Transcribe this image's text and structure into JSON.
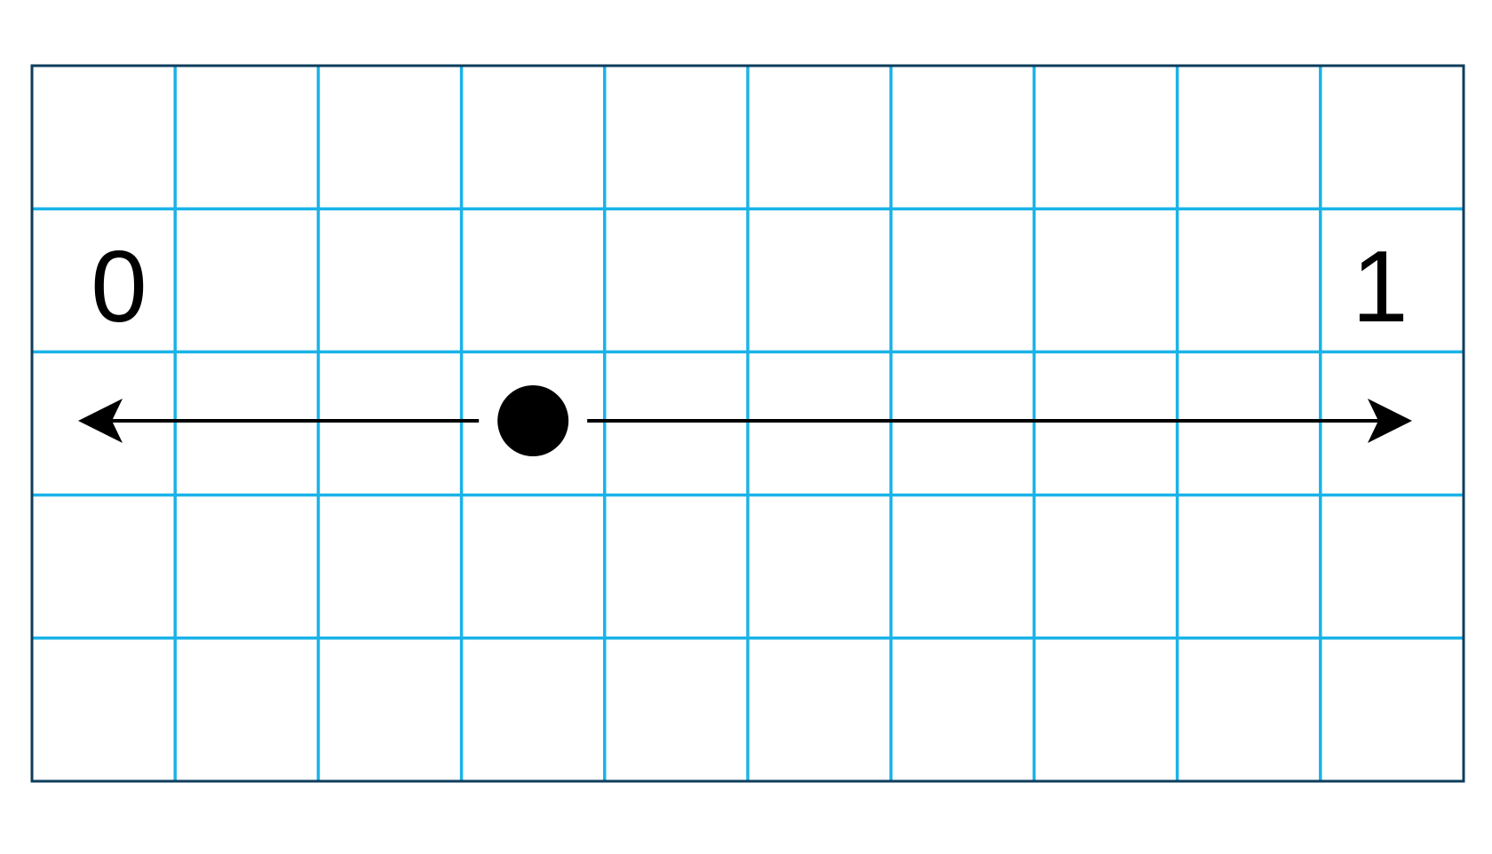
{
  "number_line": {
    "start_label": "0",
    "end_label": "1",
    "start_value": 0,
    "end_value": 1,
    "point_value": 0.35,
    "point_style": "filled",
    "arrows": "both-ends"
  },
  "grid": {
    "columns": 10,
    "rows": 5
  },
  "colors": {
    "grid_line": "#1ab3e8",
    "grid_border": "#0e3d5c",
    "line": "#000000",
    "point": "#000000"
  }
}
